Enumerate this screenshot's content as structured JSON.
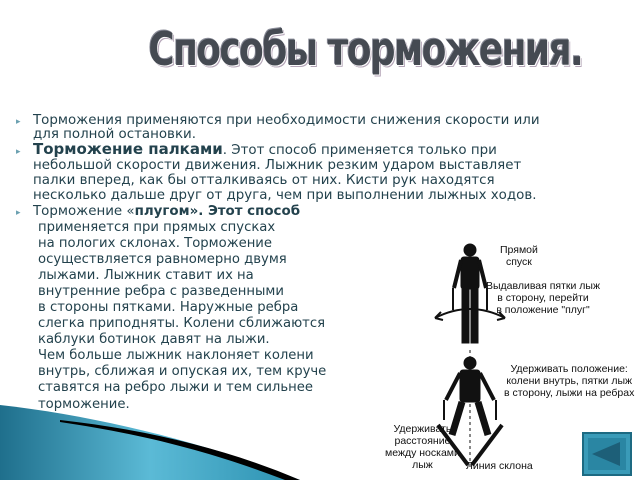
{
  "title": "Способы торможения.",
  "bullets": [
    {
      "lines": [
        "Торможения применяются при необходимости снижения скорости или",
        "для полной остановки."
      ]
    },
    {
      "bold": "Торможение палками",
      "rest": ". Этот способ применяется только при",
      "lines": [
        "небольшой скорости движения. Лыжник резким ударом выставляет",
        "палки вперед, как бы отталкиваясь от них. Кисти рук находятся",
        "несколько дальше друг от друга, чем при выполнении лыжных ходов."
      ]
    },
    {
      "pre": "Торможение «",
      "bold": "плугом",
      "rest": "». Этот способ",
      "lines": [
        "применяется при прямых спусках",
        "на пологих склонах. Торможение",
        "осуществляется равномерно двумя",
        "лыжами. Лыжник ставит их на",
        "внутренние ребра с разведенными",
        "в стороны пятками. Наружные ребра",
        "слегка приподняты. Колени сближаются",
        "каблуки ботинок давят на лыжи.",
        "Чем больше лыжник наклоняет колени",
        "внутрь, сближая и опуская их, тем круче",
        "ставятся на ребро лыжи и тем сильнее",
        "торможение."
      ]
    }
  ],
  "figure": {
    "labels": [
      "Прямой",
      "спуск",
      "Выдавливая пятки лыж",
      "в сторону, перейти",
      "в положение \"плуг\"",
      "Удерживать положение:",
      "колени внутрь, пятки лыж",
      "в сторону, лыжи на ребрах",
      "Удерживать",
      "расстояние",
      "между носками",
      "лыж",
      "Линия склона"
    ]
  },
  "nav": {
    "back_icon": "triangle-left-icon"
  },
  "colors": {
    "text": "#23424d",
    "accent": "#2a8fb0",
    "button": "#3a9bb8"
  }
}
